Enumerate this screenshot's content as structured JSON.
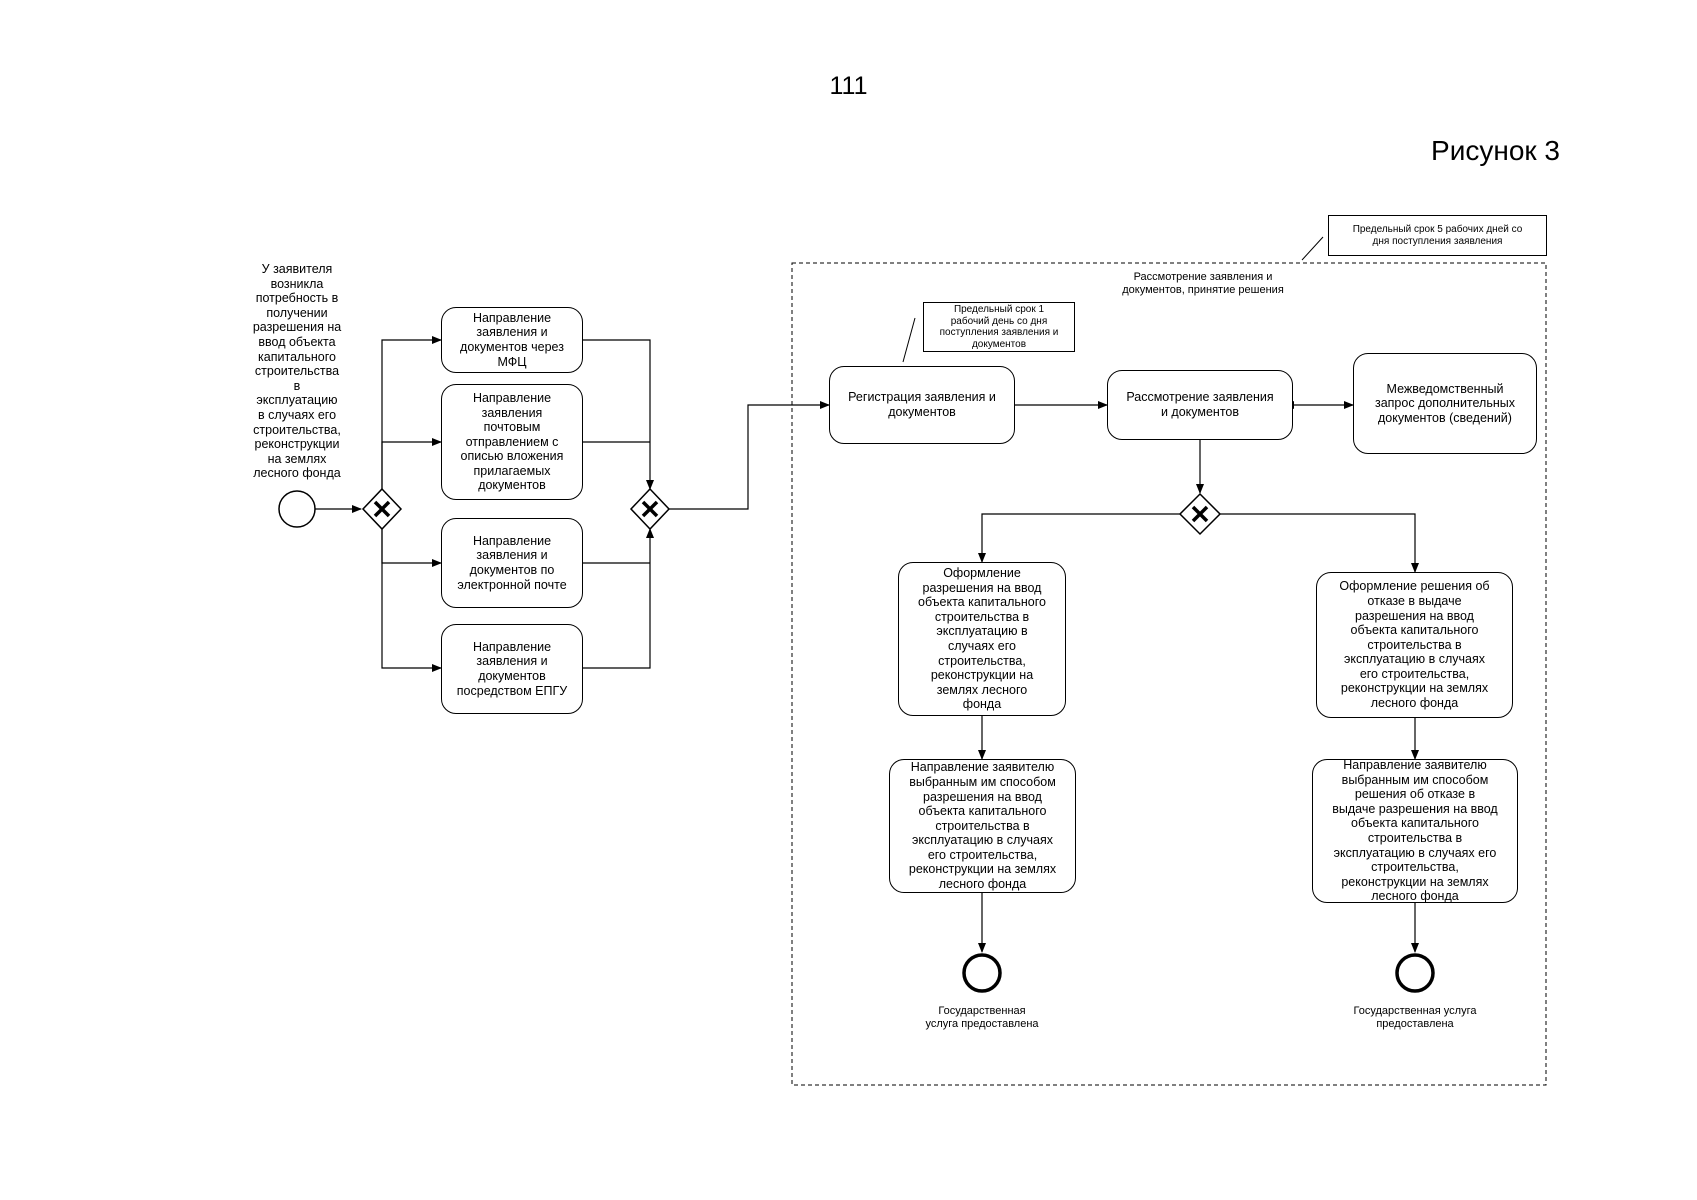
{
  "page_number": "111",
  "figure_title": "Рисунок 3",
  "start_label": "У заявителя\nвозникла\nпотребность в\nполучении\nразрешения на\nввод объекта\nкапитального\nстроительства\nв\nэксплуатацию\nв случаях его\nстроительства,\nреконструкции\nна землях\nлесного фонда",
  "submit_mfc": "Направление\nзаявления и\nдокументов через\nМФЦ",
  "submit_post": "Направление\nзаявления\nпочтовым\nотправлением с\nописью вложения\nприлагаемых\nдокументов",
  "submit_email": "Направление\nзаявления и\nдокументов по\nэлектронной почте",
  "submit_epgu": "Направление\nзаявления и\nдокументов\nпосредством ЕПГУ",
  "deadline_5_days": "Предельный срок 5 рабочих дней со\nдня поступления заявления",
  "group_label": "Рассмотрение заявления и\nдокументов, принятие решения",
  "deadline_1_day": "Предельный срок 1\nрабочий день со дня\nпоступления заявления и\nдокументов",
  "registration": "Регистрация заявления и\nдокументов",
  "review": "Рассмотрение заявления\nи документов",
  "interagency_request": "Межведомственный\nзапрос дополнительных\nдокументов (сведений)",
  "issue_permit": "Оформление\nразрешения на ввод\nобъекта капитального\nстроительства в\nэксплуатацию в\nслучаях его\nстроительства,\nреконструкции на\nземлях лесного\nфонда",
  "issue_refusal": "Оформление решения об\nотказе в выдаче\nразрешения на ввод\nобъекта капитального\nстроительства в\nэксплуатацию в случаях\nего строительства,\nреконструкции на землях\nлесного фонда",
  "send_permit": "Направление заявителю\nвыбранным им способом\nразрешения на ввод\nобъекта капитального\nстроительства в\nэксплуатацию в случаях\nего строительства,\nреконструкции на землях\nлесного фонда",
  "send_refusal": "Направление заявителю\nвыбранным им способом\nрешения об отказе в\nвыдаче разрешения на ввод\nобъекта капитального\nстроительства в\nэксплуатацию в случаях его\nстроительства,\nреконструкции на землях\nлесного фонда",
  "end_left_label": "Государственная\nуслуга предоставлена",
  "end_right_label": "Государственная услуга\nпредоставлена",
  "colors": {
    "stroke": "#000000",
    "background": "#ffffff"
  }
}
